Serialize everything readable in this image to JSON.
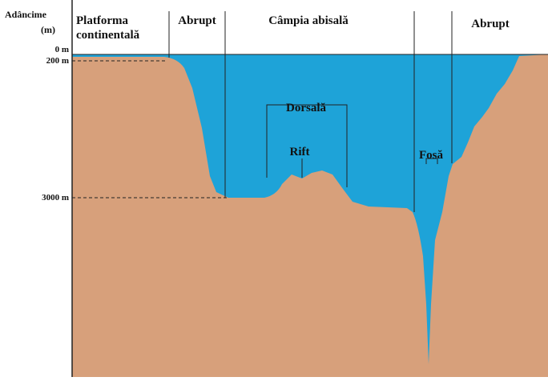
{
  "axis": {
    "title_line1": "Adâncime",
    "title_line2": "(m)"
  },
  "depth_labels": {
    "surface": "0 m",
    "shelf_edge": "200 m",
    "abyssal": "3000 m"
  },
  "zones": {
    "shelf_line1": "Platforma",
    "shelf_line2": "continentală",
    "slope_left": "Abrupt",
    "abyssal_plain": "Câmpia abisală",
    "slope_right": "Abrupt"
  },
  "features": {
    "ridge": "Dorsală",
    "rift": "Rift",
    "trench": "Fosă"
  },
  "colors": {
    "water": "#1ea3d8",
    "seabed": "#d7a07b",
    "line": "#222222",
    "background": "#ffffff"
  }
}
